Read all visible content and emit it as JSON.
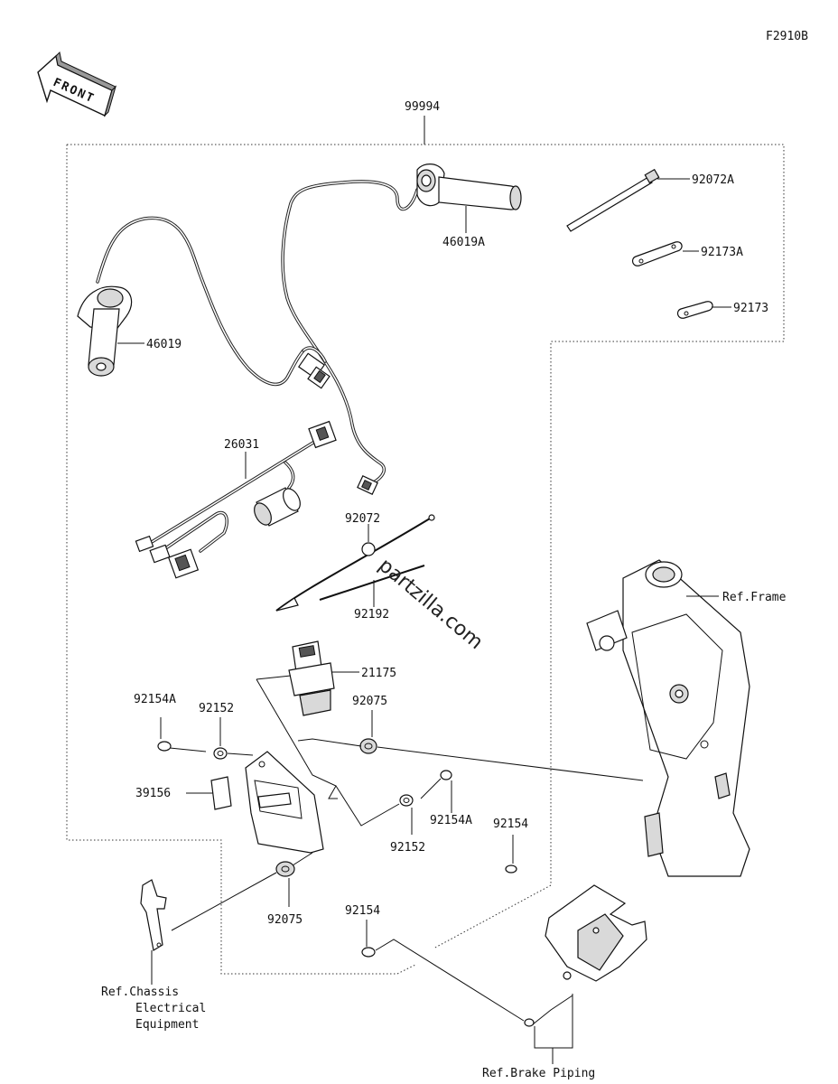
{
  "figure_code": "F2910B",
  "direction_label": "FRONT",
  "assembly_number": "99994",
  "watermark": "partzilla.com",
  "part_labels": {
    "grip_right": "46019A",
    "grip_left": "46019",
    "band_long": "92072A",
    "clamp_a": "92173A",
    "clamp": "92173",
    "harness": "26031",
    "band": "92072",
    "band_b": "92192",
    "switch": "21175",
    "bolt_a_left": "92154A",
    "collar_left": "92152",
    "damper_upper": "92075",
    "bracket": "39156",
    "bolt_a_right": "92154A",
    "collar_right": "92152",
    "bolt_right": "92154",
    "damper_lower": "92075",
    "bolt_bottom": "92154"
  },
  "references": {
    "frame": "Ref.Frame",
    "chassis_line1": "Ref.Chassis",
    "chassis_line2": "Electrical",
    "chassis_line3": "Equipment",
    "brake": "Ref.Brake Piping"
  }
}
